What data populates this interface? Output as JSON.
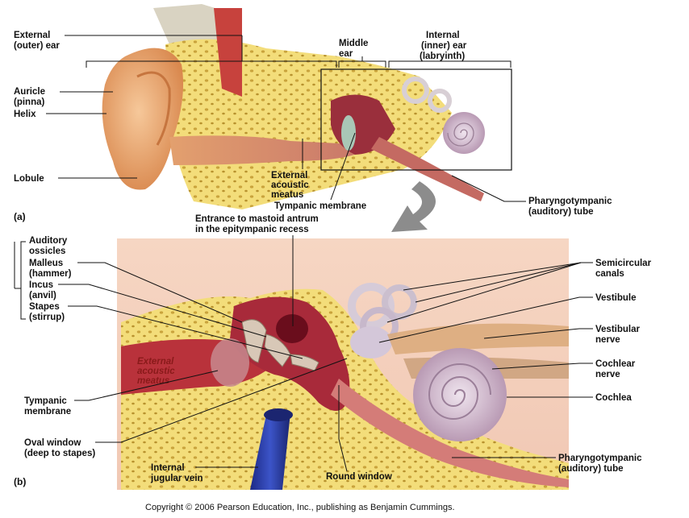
{
  "panel_a": {
    "tag": "(a)",
    "external_ear": [
      "External",
      "(outer) ear"
    ],
    "middle_ear": [
      "Middle",
      "ear"
    ],
    "internal_ear": [
      "Internal",
      "(inner) ear",
      "(labryinth)"
    ],
    "auricle": [
      "Auricle",
      "(pinna)"
    ],
    "helix": [
      "Helix"
    ],
    "lobule": [
      "Lobule"
    ],
    "external_acoustic_meatus": [
      "External",
      "acoustic",
      "meatus"
    ],
    "tympanic_membrane": [
      "Tympanic membrane"
    ],
    "pharyngotympanic_tube": [
      "Pharyngotympanic",
      "(auditory) tube"
    ]
  },
  "panel_b": {
    "tag": "(b)",
    "entrance_mastoid": [
      "Entrance to mastoid antrum",
      "in the epitympanic recess"
    ],
    "auditory_ossicles": [
      "Auditory",
      "ossicles"
    ],
    "malleus": [
      "Malleus",
      "(hammer)"
    ],
    "incus": [
      "Incus",
      "(anvil)"
    ],
    "stapes": [
      "Stapes",
      "(stirrup)"
    ],
    "external_acoustic_meatus_inner": [
      "External",
      "acoustic",
      "meatus"
    ],
    "tympanic_membrane": [
      "Tympanic",
      "membrane"
    ],
    "oval_window": [
      "Oval window",
      "(deep to stapes)"
    ],
    "internal_jugular_vein": [
      "Internal",
      "jugular vein"
    ],
    "round_window": [
      "Round window"
    ],
    "semicircular_canals": [
      "Semicircular",
      "canals"
    ],
    "vestibule": [
      "Vestibule"
    ],
    "vestibular_nerve": [
      "Vestibular",
      "nerve"
    ],
    "cochlear_nerve": [
      "Cochlear",
      "nerve"
    ],
    "cochlea": [
      "Cochlea"
    ],
    "pharyngotympanic_tube": [
      "Pharyngotympanic",
      "(auditory) tube"
    ]
  },
  "copyright": "Copyright © 2006 Pearson Education, Inc., publishing as Benjamin Cummings."
}
